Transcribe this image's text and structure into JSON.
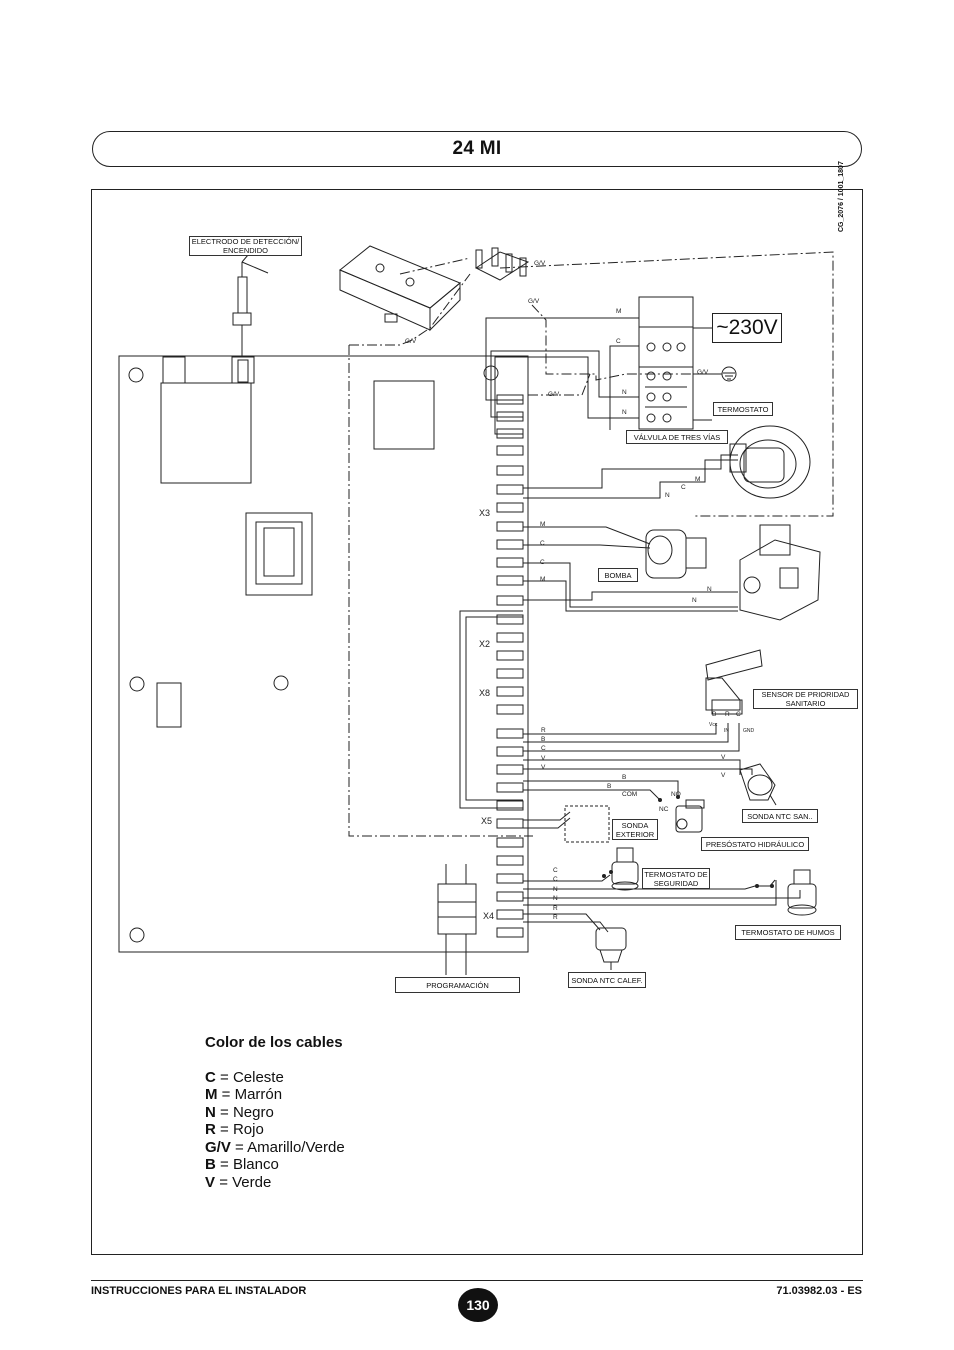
{
  "header": {
    "title": "24 MI"
  },
  "diagram": {
    "voltage": "~230V",
    "drawing_code": "CG_2076 / 1001_1807",
    "labels": {
      "electrode": "ELECTRODO DE DETECCIÓN/ ENCENDIDO",
      "thermostat": "TERMOSTATO",
      "three_way_valve": "VÁLVULA DE TRES VÍAS",
      "pump": "BOMBA",
      "dhw_priority_sensor": "SENSOR DE PRIORIDAD SANITARIO",
      "ntc_dhw": "SONDA NTC SAN..",
      "external_probe": "SONDA EXTERIOR",
      "pressure_switch": "PRESÓSTATO HIDRÁULICO",
      "safety_thermostat": "TERMOSTATO DE SEGURIDAD",
      "flue_thermostat": "TERMOSTATO DE HUMOS",
      "ntc_heating": "SONDA NTC CALEF.",
      "programming": "PROGRAMACIÓN"
    },
    "connectors": {
      "x3": "X3",
      "x2": "X2",
      "x8": "X8",
      "x5": "X5",
      "x4": "X4"
    },
    "wire_letters": {
      "gv": "G/V",
      "m": "M",
      "c": "C",
      "n": "N",
      "r": "R",
      "b": "B",
      "v": "V",
      "com": "COM",
      "no": "NO",
      "nc": "NC",
      "gnd": "GND",
      "in": "IN",
      "vcc": "Vcc"
    }
  },
  "legend": {
    "title": "Color de los cables",
    "items": [
      {
        "code": "C",
        "name": "= Celeste"
      },
      {
        "code": "M",
        "name": "= Marrón"
      },
      {
        "code": "N",
        "name": "= Negro"
      },
      {
        "code": "R",
        "name": "= Rojo"
      },
      {
        "code": "G/V",
        "name": "= Amarillo/Verde"
      },
      {
        "code": "B",
        "name": "= Blanco"
      },
      {
        "code": "V",
        "name": "= Verde"
      }
    ]
  },
  "footer": {
    "left": "INSTRUCCIONES PARA EL INSTALADOR",
    "page": "130",
    "right": "71.03982.03 - ES"
  }
}
